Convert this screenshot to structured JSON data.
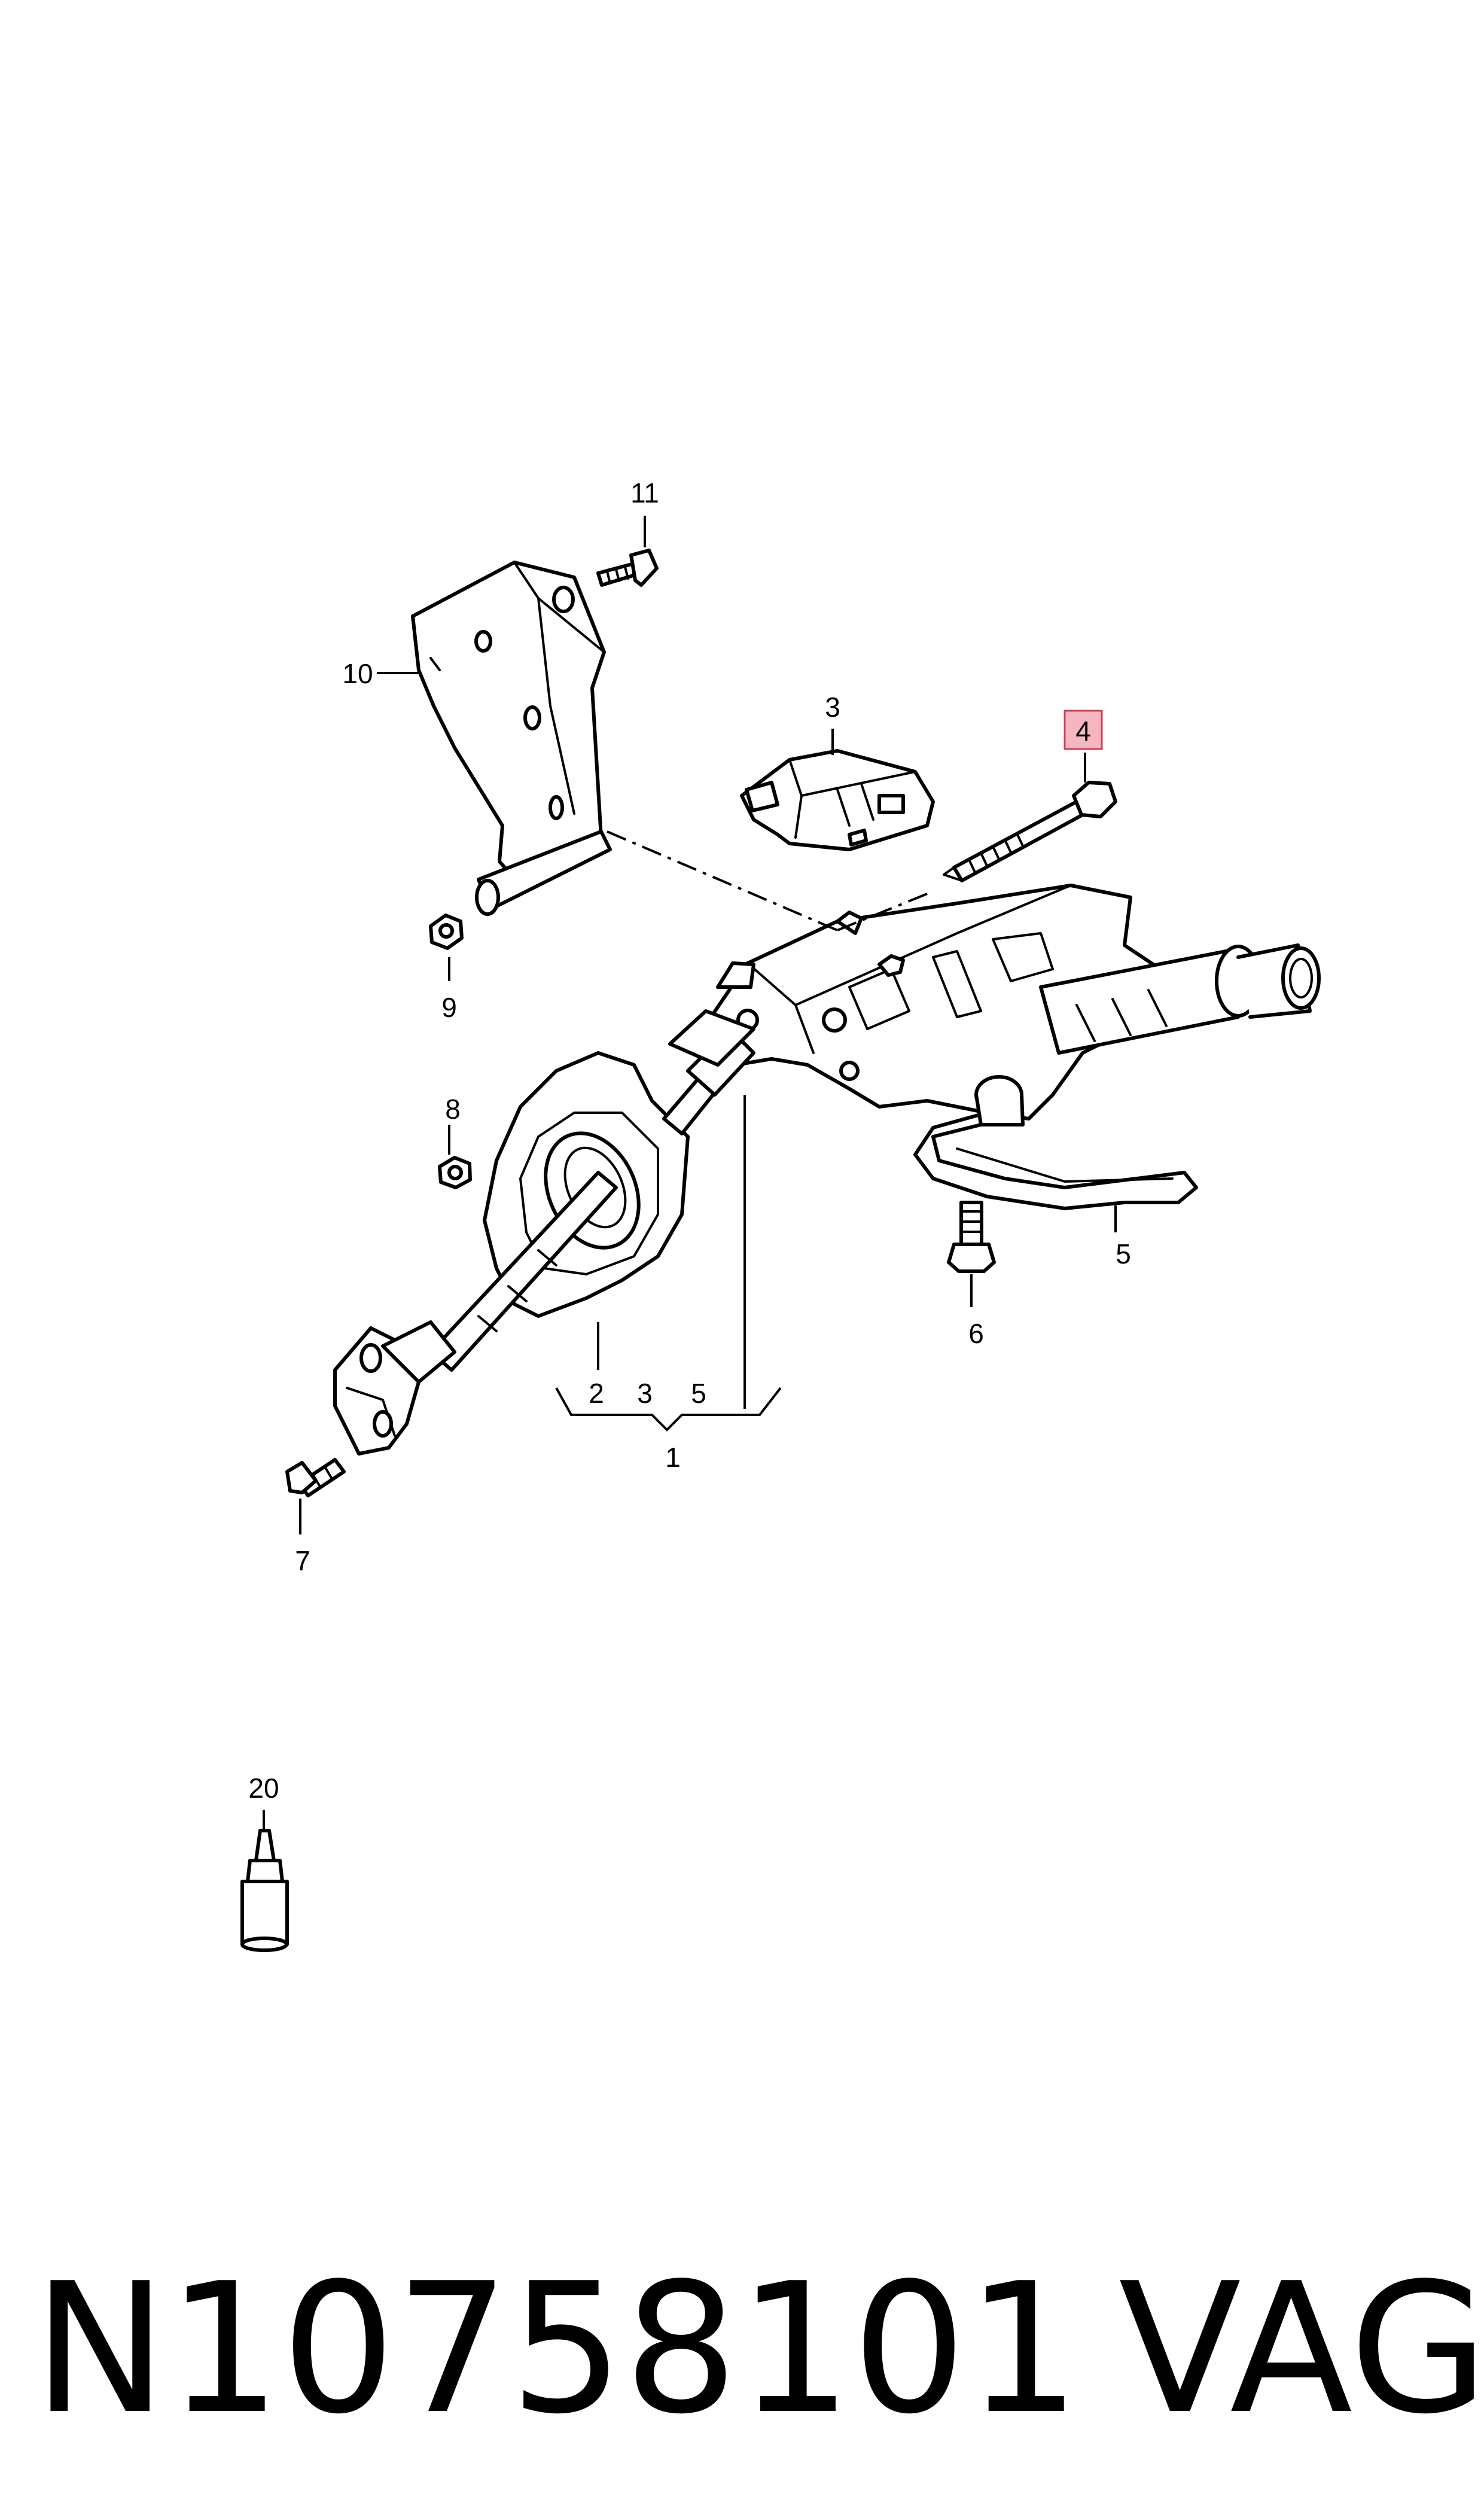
{
  "callouts": {
    "c1": "1",
    "c2": "2",
    "c3": "3",
    "c3b": "3",
    "c4": "4",
    "c5": "5",
    "c5b": "5",
    "c6": "6",
    "c7": "7",
    "c8": "8",
    "c9": "9",
    "c10": "10",
    "c11": "11",
    "c20": "20"
  },
  "highlighted_callout": "4",
  "highlight_color": "#f4b6c1",
  "caption": {
    "part_number": "N10758101",
    "brand": "VAG"
  }
}
